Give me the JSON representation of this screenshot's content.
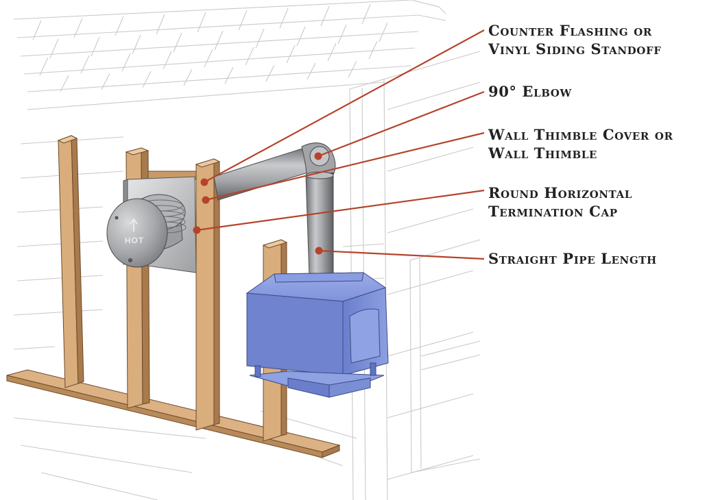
{
  "diagram": {
    "labels": {
      "counter_flashing": {
        "line1": "Counter Flashing or",
        "line2": "Vinyl Siding Standoff"
      },
      "elbow": {
        "line1": "90° Elbow"
      },
      "wall_thimble": {
        "line1": "Wall Thimble Cover or",
        "line2": "Wall Thimble"
      },
      "termination_cap": {
        "line1": "Round Horizontal",
        "line2": "Termination Cap"
      },
      "straight_pipe": {
        "line1": "Straight Pipe Length"
      }
    },
    "cap_text": "HOT",
    "colors": {
      "leader": "#b5432a",
      "label_text": "#222222",
      "wood": "#d9ad7c",
      "wood_dark": "#a87a4c",
      "stove": "#7f93dc",
      "stove_dark": "#5f74c4",
      "pipe": "#8f9093",
      "pipe_light": "#c4c5c8",
      "house_line": "#c9c9c9"
    }
  }
}
